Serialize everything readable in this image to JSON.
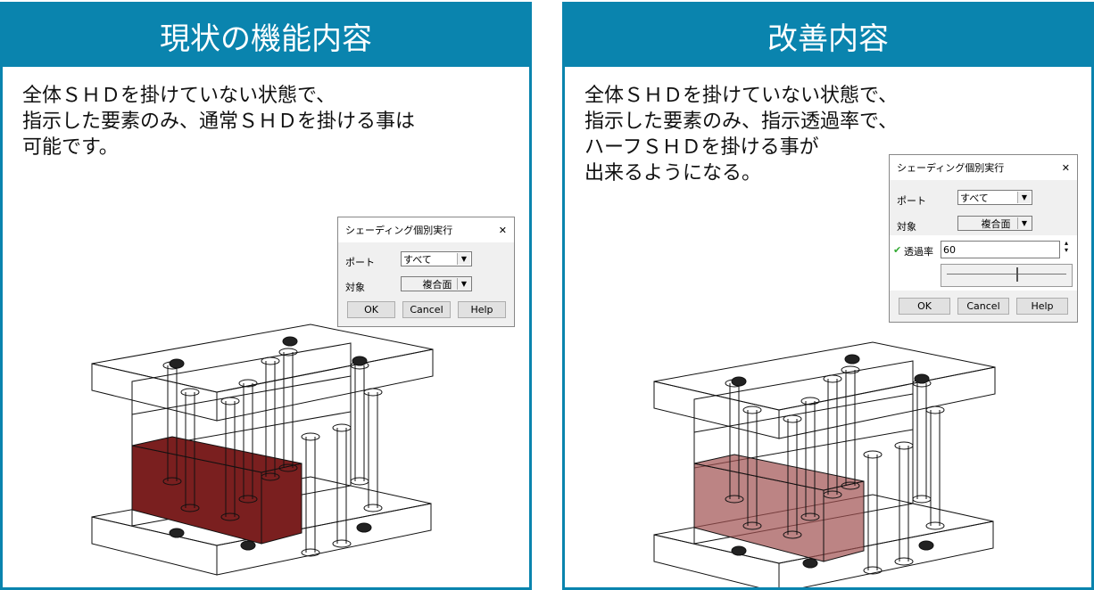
{
  "left": {
    "title": "現状の機能内容",
    "lines": [
      "全体ＳＨＤを掛けていない状態で、",
      "指示した要素のみ、通常ＳＨＤを掛ける事は",
      "可能です。"
    ]
  },
  "right": {
    "title": "改善内容",
    "lines": [
      "全体ＳＨＤを掛けていない状態で、",
      "指示した要素のみ、指示透過率で、",
      "ハーフＳＨＤを掛ける事が",
      "出来るようになる。"
    ]
  },
  "dialog": {
    "title": "シェーディング個別実行",
    "close": "✕",
    "port_label": "ポート",
    "port_value": "すべて",
    "target_label": "対象",
    "target_value": "複合面",
    "ok": "OK",
    "cancel": "Cancel",
    "help": "Help",
    "transparency_label": "透過率",
    "transparency_value": "60",
    "check": "✔"
  },
  "colors": {
    "header": "#0a84ae",
    "solid": "#7a1f1f",
    "half": "#a05050"
  }
}
